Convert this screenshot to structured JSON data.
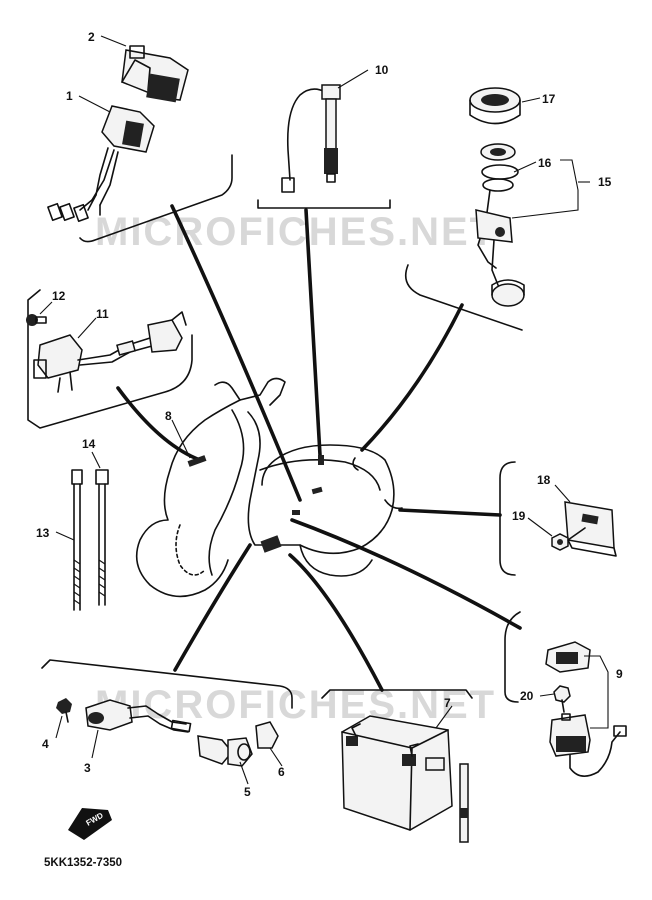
{
  "callouts": {
    "n1": "1",
    "n2": "2",
    "n3": "3",
    "n4": "4",
    "n5": "5",
    "n6": "6",
    "n7": "7",
    "n8": "8",
    "n9": "9",
    "n10": "10",
    "n11": "11",
    "n12": "12",
    "n13": "13",
    "n14": "14",
    "n15": "15",
    "n16": "16",
    "n17": "17",
    "n18": "18",
    "n19": "19",
    "n20": "20"
  },
  "watermark_top": "MICROFICHES.NET",
  "watermark_bottom": "MICROFICHES.NET",
  "front_arrow_label": "FWD",
  "diagram_code": "5KK1352-7350"
}
